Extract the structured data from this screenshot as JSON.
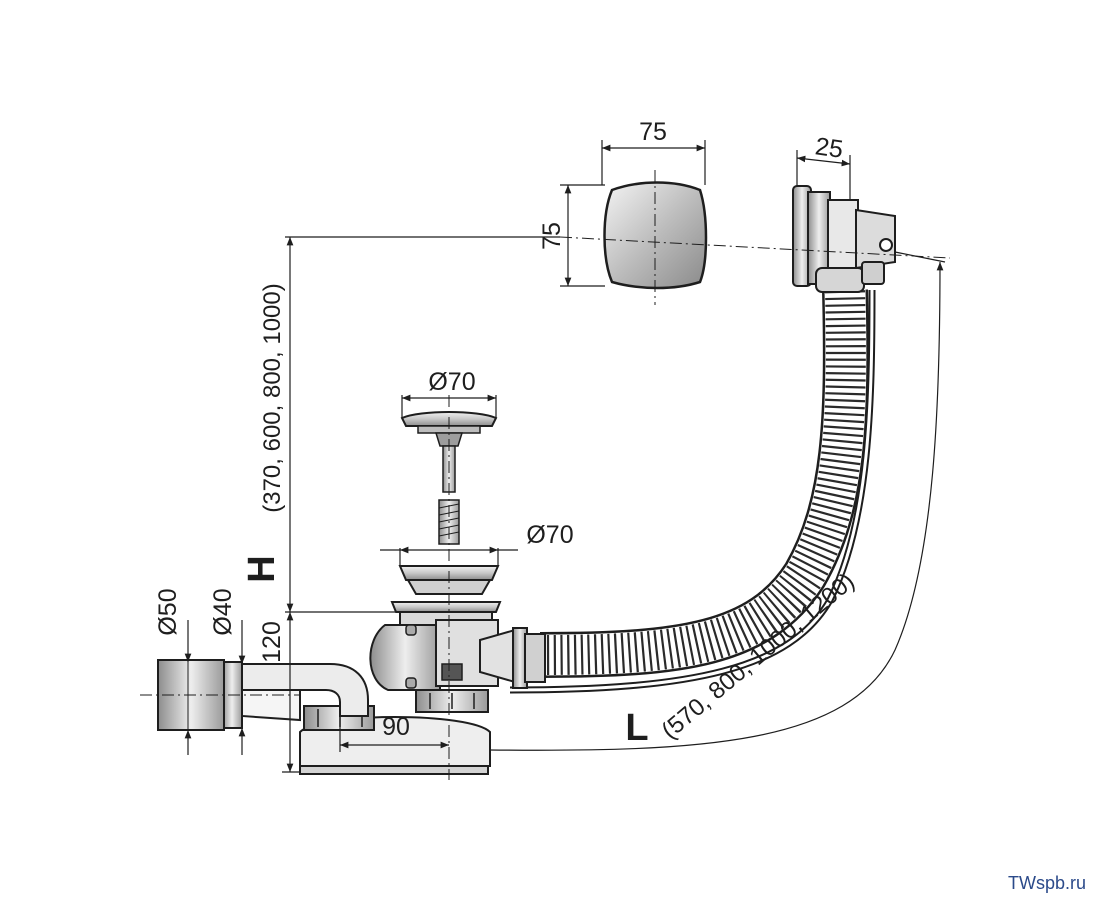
{
  "dimensions": {
    "cap_width": "75",
    "cap_height": "75",
    "overflow_depth": "25",
    "plug_diameter": "Ø70",
    "strainer_diameter": "Ø70",
    "outlet_d50": "Ø50",
    "outlet_d40": "Ø40",
    "trap_height": "120",
    "trap_offset": "90"
  },
  "height_dim": {
    "letter": "H",
    "values": "(370, 600, 800, 1000)"
  },
  "length_dim": {
    "letter": "L",
    "values": "(570, 800, 1000, 1200)"
  },
  "watermark": "TWspb.ru",
  "colors": {
    "line": "#1e1e1e",
    "metal_light": "#e6e6e6",
    "metal_mid": "#b5b5b5",
    "metal_dark": "#777777",
    "watermark": "#2b4a8a"
  }
}
